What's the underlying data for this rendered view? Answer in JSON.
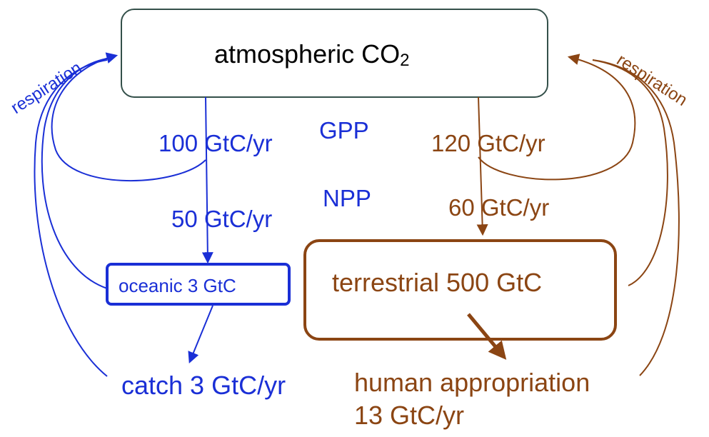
{
  "colors": {
    "ocean": "#1a2fd6",
    "land": "#8b4513",
    "atmosphere_border": "#34504a"
  },
  "atmosphere": {
    "label_main": "atmospheric CO",
    "label_sub": "2"
  },
  "center": {
    "gpp": "GPP",
    "npp": "NPP"
  },
  "ocean": {
    "gpp_flux": "100 GtC/yr",
    "npp_flux": "50 GtC/yr",
    "respiration": "respiration",
    "pool": "oceanic 3 GtC",
    "catch": "catch 3 GtC/yr"
  },
  "land": {
    "gpp_flux": "120 GtC/yr",
    "npp_flux": "60 GtC/yr",
    "respiration": "respiration",
    "pool": "terrestrial 500 GtC",
    "human_line1": "human appropriation",
    "human_line2": "13 GtC/yr"
  }
}
